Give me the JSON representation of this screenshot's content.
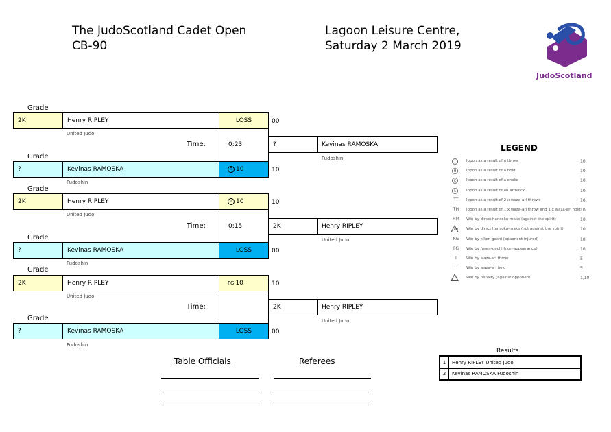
{
  "header": {
    "event": "The JudoScotland Cadet Open",
    "category": "CB-90",
    "venue": "Lagoon Leisure Centre,",
    "date": "Saturday 2 March 2019"
  },
  "logo": {
    "text": "JudoScotland",
    "color": "#7b2d8e"
  },
  "bouts": [
    {
      "grade_label_1": "Grade",
      "grade_1": "2K",
      "name_1": "Henry RIPLEY",
      "club_1": "United Judo",
      "result_1": "LOSS",
      "score_1": "00",
      "time_label": "Time:",
      "time": "0:23",
      "grade_label_2": "Grade",
      "grade_2": "?",
      "name_2": "Kevinas RAMOSKA",
      "club_2": "Fudoshin",
      "result_2": "10",
      "result_2_code": "T",
      "score_2": "10",
      "winner_grade": "?",
      "winner_name": "Kevinas RAMOSKA",
      "winner_club": "Fudoshin"
    },
    {
      "grade_label_1": "Grade",
      "grade_1": "2K",
      "name_1": "Henry RIPLEY",
      "club_1": "United Judo",
      "result_1": "10",
      "result_1_code": "T",
      "score_1": "10",
      "time_label": "Time:",
      "time": "0:15",
      "grade_label_2": "Grade",
      "grade_2": "?",
      "name_2": "Kevinas RAMOSKA",
      "club_2": "Fudoshin",
      "result_2": "LOSS",
      "score_2": "00",
      "winner_grade": "2K",
      "winner_name": "Henry RIPLEY",
      "winner_club": "United Judo"
    },
    {
      "grade_label_1": "Grade",
      "grade_1": "2K",
      "name_1": "Henry RIPLEY",
      "club_1": "United Judo",
      "result_1": "10",
      "result_1_code": "FG",
      "score_1": "10",
      "time_label": "Time:",
      "time": "",
      "grade_label_2": "Grade",
      "grade_2": "?",
      "name_2": "Kevinas RAMOSKA",
      "club_2": "Fudoshin",
      "result_2": "LOSS",
      "score_2": "00",
      "winner_grade": "2K",
      "winner_name": "Henry RIPLEY",
      "winner_club": "United Judo"
    }
  ],
  "legend": {
    "title": "LEGEND",
    "items": [
      {
        "code": "T",
        "desc": "Ippon as a result of a throw",
        "pts": "10",
        "icon": "circle"
      },
      {
        "code": "H",
        "desc": "Ippon as a result of a hold",
        "pts": "10",
        "icon": "circle"
      },
      {
        "code": "C",
        "desc": "Ippon as a result of a choke",
        "pts": "10",
        "icon": "circle"
      },
      {
        "code": "L",
        "desc": "Ippon as a result of an armlock",
        "pts": "10",
        "icon": "circle"
      },
      {
        "code": "TT",
        "desc": "Ippon as a result of 2 x waza-ari throws",
        "pts": "10",
        "icon": "text"
      },
      {
        "code": "TH",
        "desc": "Ippon as a result of 1 x waza-ari throw and 1 x waza-ari hold",
        "pts": "10",
        "icon": "text"
      },
      {
        "code": "HM",
        "desc": "Win by direct hansoku-make (against the spirit)",
        "pts": "10",
        "icon": "text"
      },
      {
        "code": "HM",
        "desc": "Win by direct hansoku-make (not against the spirit)",
        "pts": "10",
        "icon": "triangle"
      },
      {
        "code": "KG",
        "desc": "Win by kiken-gachi (opponent injured)",
        "pts": "10",
        "icon": "text"
      },
      {
        "code": "FG",
        "desc": "Win by fusen-gachi (non-appearance)",
        "pts": "10",
        "icon": "text"
      },
      {
        "code": "T",
        "desc": "Win by waza-ari throw",
        "pts": "5",
        "icon": "text"
      },
      {
        "code": "H",
        "desc": "Win by waza-ari hold",
        "pts": "5",
        "icon": "text"
      },
      {
        "code": "",
        "desc": "Win by penalty (against opponent)",
        "pts": "1,10",
        "icon": "triangle"
      }
    ]
  },
  "results": {
    "title": "Results",
    "rows": [
      {
        "place": "1",
        "text": "Henry RIPLEY United Judo"
      },
      {
        "place": "2",
        "text": "Kevinas RAMOSKA Fudoshin"
      }
    ]
  },
  "signatures": {
    "officials_label": "Table Officials",
    "referees_label": "Referees"
  }
}
